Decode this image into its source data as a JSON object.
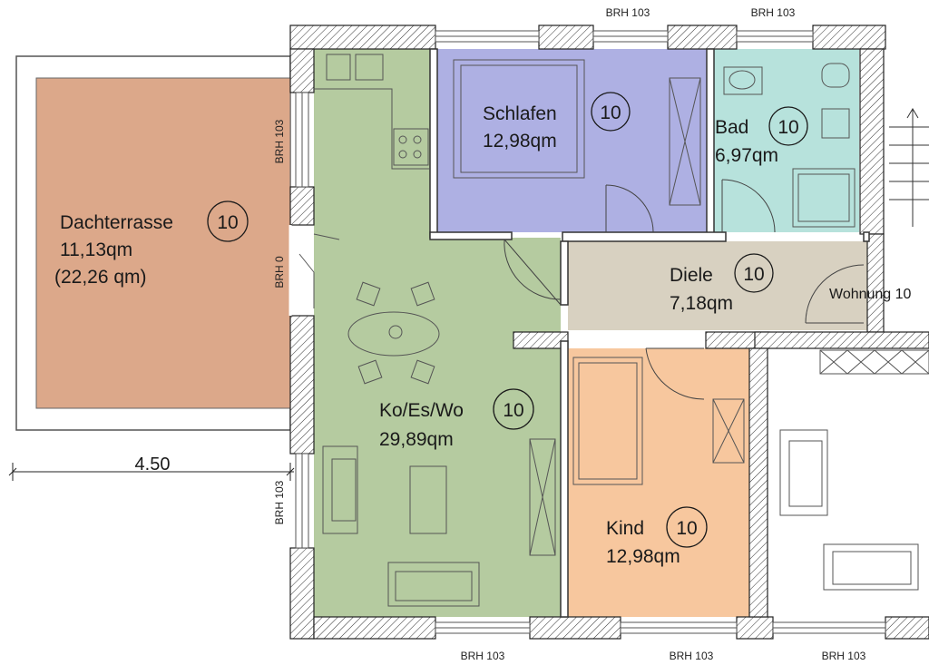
{
  "rooms": [
    {
      "id": "dachterrasse",
      "name": "Dachterrasse",
      "number": "10",
      "area": "11,13qm",
      "area_note": "(22,26 qm)",
      "color": "#dca88a"
    },
    {
      "id": "schlafen",
      "name": "Schlafen",
      "number": "10",
      "area": "12,98qm",
      "color": "#aeb0e3"
    },
    {
      "id": "bad",
      "name": "Bad",
      "number": "10",
      "area": "6,97qm",
      "color": "#b7e2dc"
    },
    {
      "id": "diele",
      "name": "Diele",
      "number": "10",
      "area": "7,18qm",
      "color": "#d8d1c1"
    },
    {
      "id": "koeswo",
      "name": "Ko/Es/Wo",
      "number": "10",
      "area": "29,89qm",
      "color": "#b5cba0"
    },
    {
      "id": "kind",
      "name": "Kind",
      "number": "10",
      "area": "12,98qm",
      "color": "#f7c79e"
    }
  ],
  "labels": {
    "brh_top_1": "BRH 103",
    "brh_top_2": "BRH 103",
    "brh_left_1": "BRH 103",
    "brh_left_2": "BRH 0",
    "brh_left_3": "BRH 103",
    "brh_bottom_1": "BRH 103",
    "brh_bottom_2": "BRH 103",
    "brh_bottom_3": "BRH 103",
    "wohnung": "Wohnung 10",
    "dimension": "4.50"
  }
}
